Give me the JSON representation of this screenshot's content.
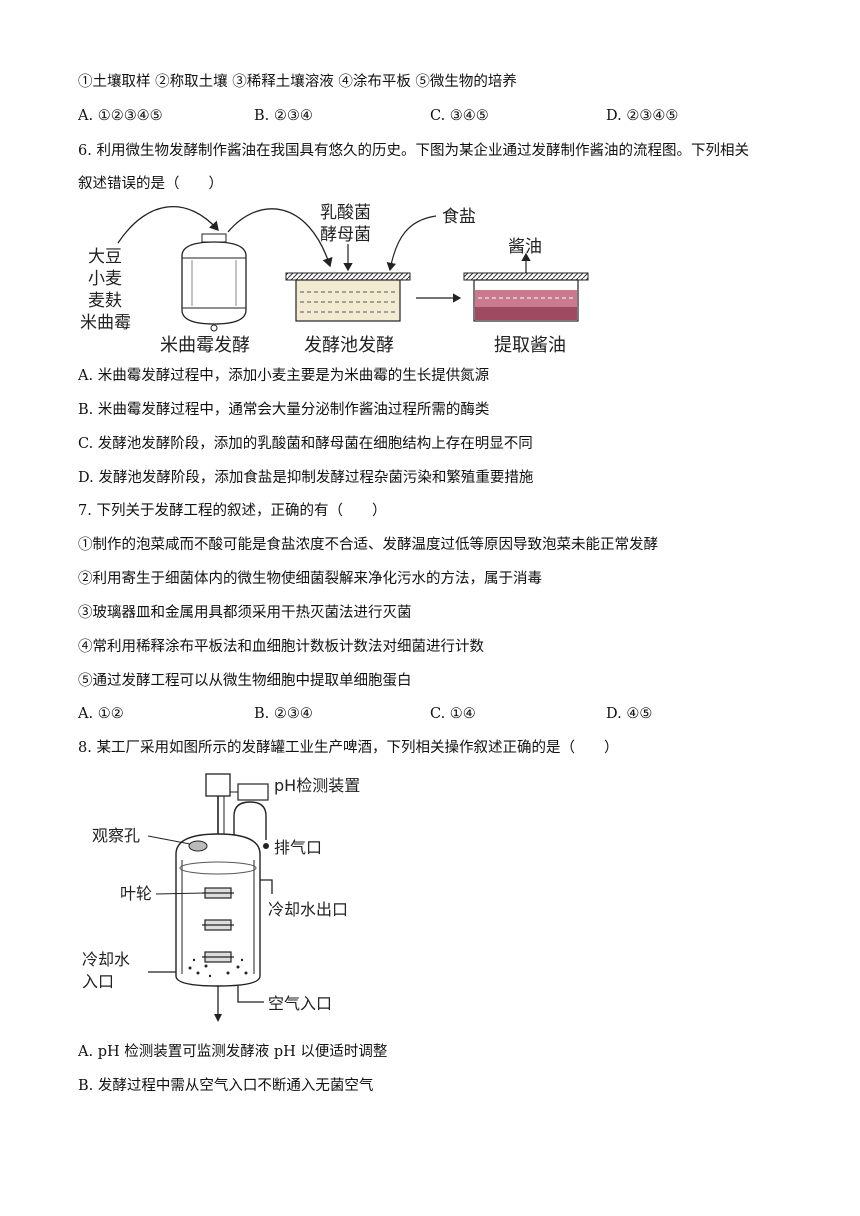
{
  "q5": {
    "steps": "①土壤取样   ②称取土壤   ③稀释土壤溶液   ④涂布平板   ⑤微生物的培养",
    "options": [
      "A. ①②③④⑤",
      "B. ②③④",
      "C. ③④⑤",
      "D. ②③④⑤"
    ]
  },
  "q6": {
    "stem_line1": "6. 利用微生物发酵制作酱油在我国具有悠久的历史。下图为某企业通过发酵制作酱油的流程图。下列相关",
    "stem_line2": "叙述错误的是（　　）",
    "diagram": {
      "ingredients": [
        "大豆",
        "小麦",
        "麦麸",
        "米曲霉"
      ],
      "microbes": [
        "乳酸菌",
        "酵母菌"
      ],
      "salt": "食盐",
      "product": "酱油",
      "stage1": "米曲霉发酵",
      "stage2": "发酵池发酵",
      "stage3": "提取酱油"
    },
    "options": [
      "A. 米曲霉发酵过程中，添加小麦主要是为米曲霉的生长提供氮源",
      "B. 米曲霉发酵过程中，通常会大量分泌制作酱油过程所需的酶类",
      "C. 发酵池发酵阶段，添加的乳酸菌和酵母菌在细胞结构上存在明显不同",
      "D. 发酵池发酵阶段，添加食盐是抑制发酵过程杂菌污染和繁殖重要措施"
    ]
  },
  "q7": {
    "stem": "7. 下列关于发酵工程的叙述，正确的有（　　）",
    "items": [
      "①制作的泡菜咸而不酸可能是食盐浓度不合适、发酵温度过低等原因导致泡菜未能正常发酵",
      "②利用寄生于细菌体内的微生物使细菌裂解来净化污水的方法，属于消毒",
      "③玻璃器皿和金属用具都须采用干热灭菌法进行灭菌",
      "④常利用稀释涂布平板法和血细胞计数板计数法对细菌进行计数",
      "⑤通过发酵工程可以从微生物细胞中提取单细胞蛋白"
    ],
    "options": [
      "A. ①②",
      "B. ②③④",
      "C. ①④",
      "D. ④⑤"
    ]
  },
  "q8": {
    "stem": "8. 某工厂采用如图所示的发酵罐工业生产啤酒，下列相关操作叙述正确的是（　　）",
    "diagram": {
      "ph_device": "pH检测装置",
      "window": "观察孔",
      "exhaust": "排气口",
      "impeller": "叶轮",
      "cooling_out": "冷却水出口",
      "cooling_in_1": "冷却水",
      "cooling_in_2": "入口",
      "air_in": "空气入口"
    },
    "options": [
      "A. pH 检测装置可监测发酵液 pH 以便适时调整",
      "B. 发酵过程中需从空气入口不断通入无菌空气"
    ]
  }
}
